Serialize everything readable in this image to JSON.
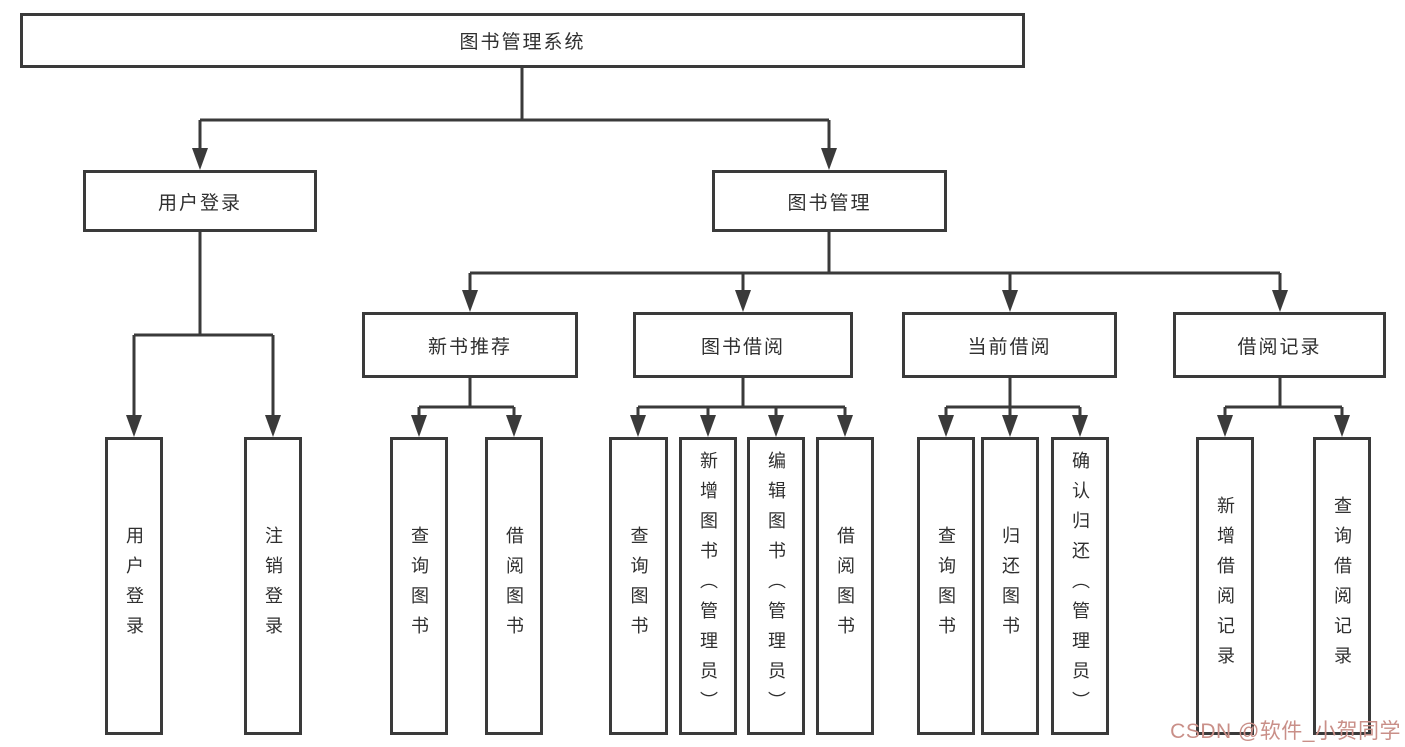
{
  "diagram": {
    "type": "hierarchy-tree",
    "tree": {
      "root": {
        "label": "图书管理系统"
      },
      "branches": [
        {
          "label": "用户登录",
          "children": [
            {
              "label": "用户登录"
            },
            {
              "label": "注销登录"
            }
          ]
        },
        {
          "label": "图书管理",
          "children": [
            {
              "label": "新书推荐",
              "children": [
                {
                  "label": "查询图书"
                },
                {
                  "label": "借阅图书"
                }
              ]
            },
            {
              "label": "图书借阅",
              "children": [
                {
                  "label": "查询图书"
                },
                {
                  "label": "新增图书（管理员）"
                },
                {
                  "label": "编辑图书（管理员）"
                },
                {
                  "label": "借阅图书"
                }
              ]
            },
            {
              "label": "当前借阅",
              "children": [
                {
                  "label": "查询图书"
                },
                {
                  "label": "归还图书"
                },
                {
                  "label": "确认归还（管理员）"
                }
              ]
            },
            {
              "label": "借阅记录",
              "children": [
                {
                  "label": "新增借阅记录"
                },
                {
                  "label": "查询借阅记录"
                }
              ]
            }
          ]
        }
      ]
    },
    "colors": {
      "line": "#3a3a3a",
      "box_border": "#3a3a3a",
      "text": "#2f2f2f",
      "watermark": "#c98f88",
      "background": "#ffffff"
    },
    "watermark": {
      "text": "CSDN @软件_小贺同学"
    }
  }
}
